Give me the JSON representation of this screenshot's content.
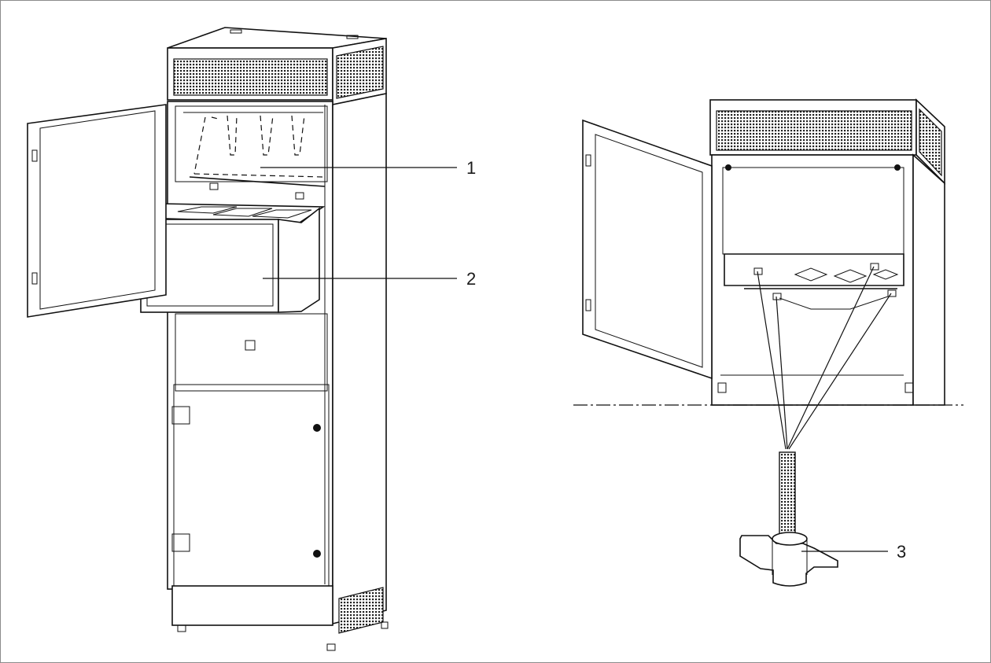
{
  "figure": {
    "views": [
      "left-cabinet-view",
      "right-cabinet-detail-view"
    ],
    "callouts": [
      {
        "id": "1",
        "label": "1"
      },
      {
        "id": "2",
        "label": "2"
      },
      {
        "id": "3",
        "label": "3"
      }
    ]
  }
}
